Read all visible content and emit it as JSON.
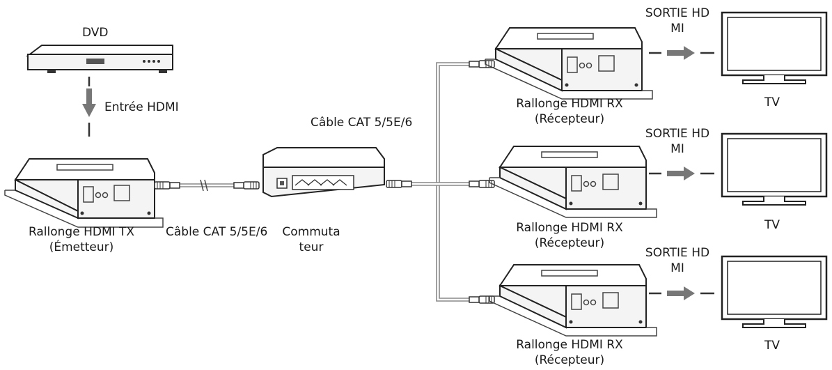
{
  "labels": {
    "dvd": "DVD",
    "hdmi_in": "Entrée HDMI",
    "tx_line1": "Rallonge HDMI TX",
    "tx_line2": "(Émetteur)",
    "cable_tx_switch": "Câble CAT 5/5E/6",
    "switch_line1": "Commuta",
    "switch_line2": "teur",
    "cable_switch_rx": "Câble CAT 5/5E/6",
    "rx_line1": "Rallonge HDMI RX",
    "rx_line2": "(Récepteur)",
    "out_line1": "SORTIE HD",
    "out_line2": "MI",
    "tv": "TV"
  },
  "colors": {
    "arrow": "#777777",
    "line": "#222222",
    "cable": "#888888"
  }
}
